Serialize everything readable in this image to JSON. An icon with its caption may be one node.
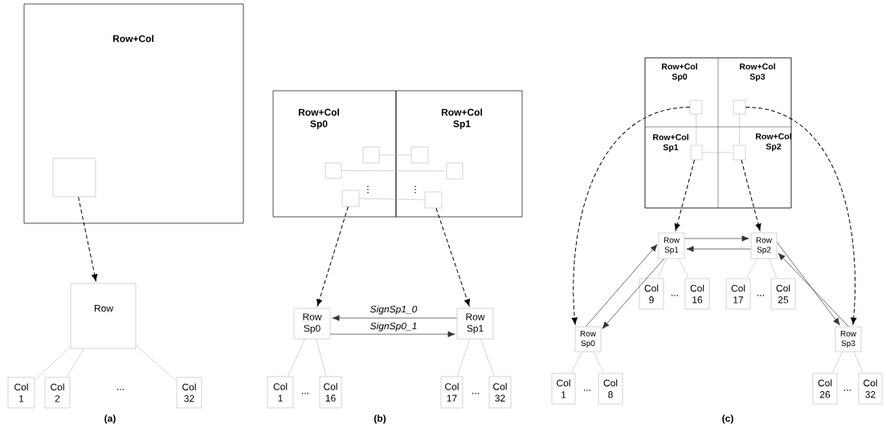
{
  "diagram": {
    "nodes": [
      {
        "text": [
          "Row+Col"
        ]
      },
      {
        "text": [],
        "shape": "box",
        "in": 0
      },
      {
        "text": [
          "Row"
        ]
      },
      {
        "text": [
          "Col 1"
        ]
      },
      {
        "text": [
          "Col 2"
        ]
      },
      {
        "text": [
          "Col 32"
        ]
      },
      {
        "text": [
          "Row+Col Sp0"
        ]
      },
      {
        "text": [
          "Row+Col Sp1"
        ]
      },
      {
        "text": [],
        "shape": "box",
        "in": 6
      },
      {
        "text": [],
        "shape": "box",
        "in": 7
      },
      {
        "text": [],
        "shape": "box",
        "in": 6
      },
      {
        "text": [],
        "shape": "box",
        "in": 7
      },
      {
        "text": [],
        "shape": "box",
        "in": 6
      },
      {
        "text": [],
        "shape": "box",
        "in": 7
      },
      {
        "text": [
          "Row Sp0"
        ]
      },
      {
        "text": [
          "Row Sp1"
        ]
      },
      {
        "text": [
          "Col 1"
        ]
      },
      {
        "text": [
          "Col 16"
        ]
      },
      {
        "text": [
          "Col 17"
        ]
      },
      {
        "text": [
          "Col 32"
        ]
      },
      {
        "text": [
          "Row+Col Sp0"
        ]
      },
      {
        "text": [
          "Row+Col Sp3"
        ]
      },
      {
        "text": [
          "Row+Col Sp1"
        ]
      },
      {
        "text": [
          "Row+Col Sp2"
        ]
      },
      {
        "text": [],
        "shape": "box",
        "in": 20
      },
      {
        "text": [],
        "shape": "box",
        "in": 21
      },
      {
        "text": [],
        "shape": "box",
        "in": 22
      },
      {
        "text": [],
        "shape": "box",
        "in": 23
      },
      {
        "text": [
          "Row Sp1"
        ]
      },
      {
        "text": [
          "Row Sp2"
        ]
      },
      {
        "text": [
          "Col 9"
        ]
      },
      {
        "text": [
          "Col 16"
        ]
      },
      {
        "text": [
          "Col 17"
        ]
      },
      {
        "text": [
          "Col 25"
        ]
      },
      {
        "text": [
          "Row Sp0"
        ]
      },
      {
        "text": [
          "Row Sp3"
        ]
      },
      {
        "text": [
          "Col 1"
        ]
      },
      {
        "text": [
          "Col 8"
        ]
      },
      {
        "text": [
          "Col 26"
        ]
      },
      {
        "text": [
          "Col 32"
        ]
      }
    ],
    "edges": [
      {
        "from": 1,
        "to": 2,
        "arrow": "to",
        "style": "dashed",
        "color": "#000000"
      },
      {
        "from": 2,
        "to": 3,
        "arrow": "none"
      },
      {
        "from": 2,
        "to": 4,
        "arrow": "none"
      },
      {
        "from": 2,
        "to": 5,
        "arrow": "none"
      },
      {
        "from": 8,
        "to": 9,
        "arrow": "none"
      },
      {
        "from": 10,
        "to": 11,
        "arrow": "none"
      },
      {
        "from": 12,
        "to": 13,
        "arrow": "none"
      },
      {
        "from": 12,
        "to": 14,
        "arrow": "to",
        "style": "dashed",
        "color": "#000000"
      },
      {
        "from": 13,
        "to": 15,
        "arrow": "to",
        "style": "dashed",
        "color": "#000000"
      },
      {
        "from": 15,
        "to": 14,
        "arrow": "to",
        "label": "SignSp1_0",
        "color": "#333333"
      },
      {
        "from": 14,
        "to": 15,
        "arrow": "to",
        "label": "SignSp0_1",
        "color": "#333333"
      },
      {
        "from": 14,
        "to": 16,
        "arrow": "none"
      },
      {
        "from": 14,
        "to": 17,
        "arrow": "none"
      },
      {
        "from": 15,
        "to": 18,
        "arrow": "none"
      },
      {
        "from": 15,
        "to": 19,
        "arrow": "none"
      },
      {
        "from": 24,
        "to": 26,
        "arrow": "none"
      },
      {
        "from": 25,
        "to": 27,
        "arrow": "none"
      },
      {
        "from": 26,
        "to": 27,
        "arrow": "none"
      },
      {
        "from": 24,
        "to": 34,
        "arrow": "to",
        "style": "dashed",
        "color": "#000000"
      },
      {
        "from": 25,
        "to": 35,
        "arrow": "to",
        "style": "dashed",
        "color": "#000000"
      },
      {
        "from": 26,
        "to": 28,
        "arrow": "to",
        "style": "dashed",
        "color": "#000000"
      },
      {
        "from": 27,
        "to": 29,
        "arrow": "to",
        "style": "dashed",
        "color": "#000000"
      },
      {
        "from": 28,
        "to": 29,
        "arrow": "to",
        "color": "#333333"
      },
      {
        "from": 29,
        "to": 28,
        "arrow": "to",
        "color": "#333333"
      },
      {
        "from": 34,
        "to": 28,
        "arrow": "to",
        "color": "#333333"
      },
      {
        "from": 28,
        "to": 34,
        "arrow": "to",
        "color": "#333333"
      },
      {
        "from": 29,
        "to": 35,
        "arrow": "to",
        "color": "#333333"
      },
      {
        "from": 35,
        "to": 29,
        "arrow": "to",
        "color": "#333333"
      },
      {
        "from": 28,
        "to": 30,
        "arrow": "none"
      },
      {
        "from": 28,
        "to": 31,
        "arrow": "none"
      },
      {
        "from": 29,
        "to": 32,
        "arrow": "none"
      },
      {
        "from": 29,
        "to": 33,
        "arrow": "none"
      },
      {
        "from": 34,
        "to": 36,
        "arrow": "none"
      },
      {
        "from": 34,
        "to": 37,
        "arrow": "none"
      },
      {
        "from": 35,
        "to": 38,
        "arrow": "none"
      },
      {
        "from": 35,
        "to": 39,
        "arrow": "none"
      }
    ],
    "labels": [
      "...",
      "(a)",
      "⋮",
      "⋮",
      "...",
      "...",
      "(b)",
      "...",
      "...",
      "...",
      "...",
      "(c)"
    ]
  }
}
